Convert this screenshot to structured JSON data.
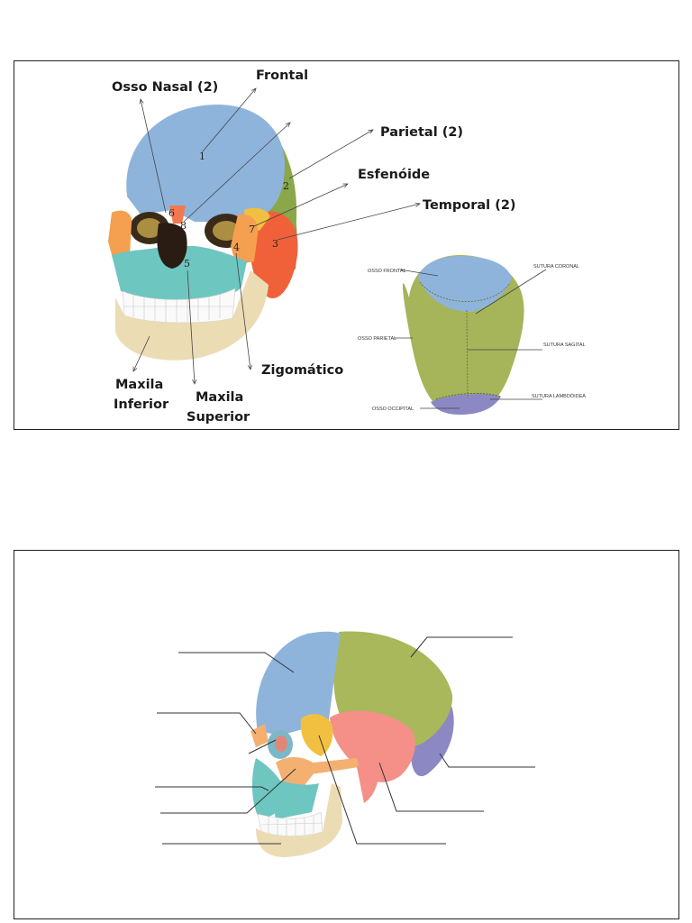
{
  "top_diagram": {
    "labels": {
      "nasal": "Osso Nasal (2)",
      "frontal": "Frontal",
      "parietal": "Parietal (2)",
      "esfenoide": "Esfenóide",
      "temporal": "Temporal (2)",
      "zigomatico": "Zigomático",
      "maxila_inferior_1": "Maxila",
      "maxila_inferior_2": "Inferior",
      "maxila_superior_1": "Maxila",
      "maxila_superior_2": "Superior"
    },
    "numbers": [
      "1",
      "2",
      "3",
      "4",
      "5",
      "6",
      "7",
      "8"
    ]
  },
  "top_view": {
    "labels": {
      "osso_frontal": "OSSO FRONTAL",
      "sutura_coronal": "SUTURA CORONAL",
      "osso_parietal": "OSSO PARIETAL",
      "sutura_sagital": "SUTURA SAGITAL",
      "sutura_lambdoidea": "SUTURA LAMBDÓIDEA",
      "osso_occipital": "OSSO OCCIPITAL"
    }
  },
  "colors": {
    "frontal": "#8fb4dc",
    "parietal": "#8aa84a",
    "temporal": "#f0613a",
    "sphenoid": "#f2c040",
    "zygomatic": "#f4a050",
    "maxilla": "#6ec6c0",
    "mandible": "#ecdcb4",
    "nasal": "#f27850",
    "occipital": "#8c88c4",
    "teeth": "#fafafa"
  }
}
